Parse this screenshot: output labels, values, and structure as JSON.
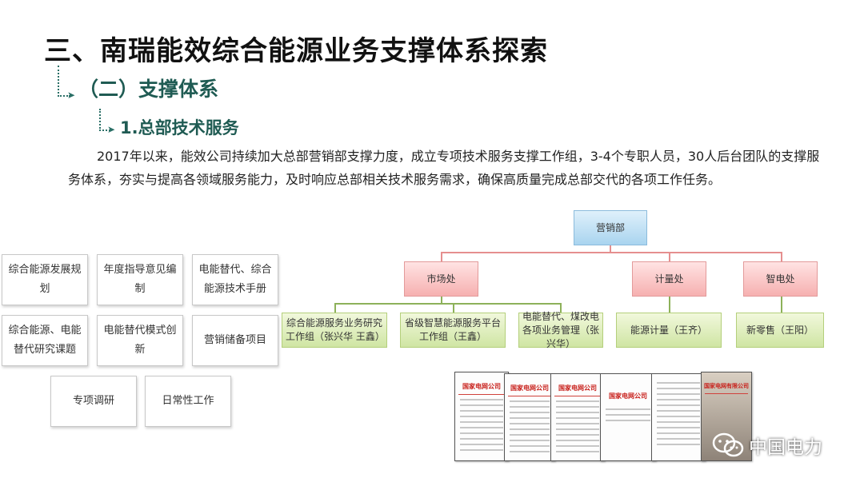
{
  "title": "三、南瑞能效综合能源业务支撑体系探索",
  "subtitle1": "（二）支撑体系",
  "subtitle2": "1.总部技术服务",
  "paragraph": "2017年以来，能效公司持续加大总部营销部支撑力度，成立专项技术服务支撑工作组，3-4个专职人员，30人后台团队的支撑服务体系，夯实与提高各领域服务能力，及时响应总部相关技术服务需求，确保高质量完成总部交代的各项工作任务。",
  "service_boxes": [
    "综合能源发展规划",
    "年度指导意见编制",
    "电能替代、综合能源技术手册",
    "综合能源、电能替代研究课题",
    "电能替代模式创新",
    "营销储备项目",
    "专项调研",
    "日常性工作"
  ],
  "org_chart": {
    "root": "营销部",
    "departments": [
      "市场处",
      "计量处",
      "智电处"
    ],
    "groups": [
      "综合能源服务业务研究工作组（张兴华 王鑫）",
      "省级智慧能源服务平台工作组（王鑫）",
      "电能替代、煤改电各项业务管理（张兴华）",
      "能源计量（王齐）",
      "新零售（王阳）"
    ]
  },
  "documents": {
    "doc_header": "国家电网公司",
    "last_header": "国家电网有限公司"
  },
  "watermark": {
    "text": "中国电力",
    "icon": "wechat-icon"
  },
  "colors": {
    "heading": "#1f5b53",
    "root_box": "#a9d4ef",
    "dept_box": "#f6b0b0",
    "group_box": "#cfe5a3",
    "doc_red": "#c8201b"
  }
}
